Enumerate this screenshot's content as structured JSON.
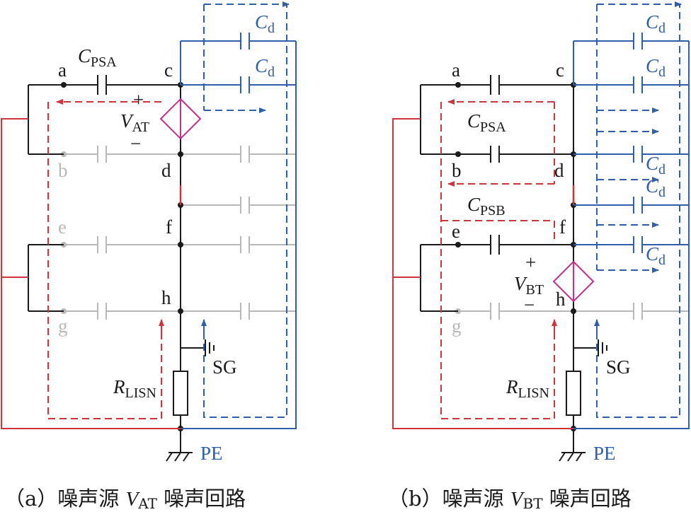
{
  "colors": {
    "black": "#1a1a1a",
    "gray": "#b8b8b8",
    "red": "#d0343b",
    "blue": "#2f5fa8",
    "magenta": "#c3308c"
  },
  "panel_a": {
    "nodes": {
      "a": "a",
      "b": "b",
      "c": "c",
      "d": "d",
      "e": "e",
      "f": "f",
      "g": "g",
      "h": "h"
    },
    "cap_psa": {
      "main": "C",
      "sub": "PSA"
    },
    "cd": {
      "main": "C",
      "sub": "d"
    },
    "source": {
      "main": "V",
      "sub": "AT",
      "plus": "+",
      "minus": "−"
    },
    "sg": "SG",
    "rlisn": {
      "main": "R",
      "sub": "LISN"
    },
    "pe": "PE",
    "caption": {
      "prefix": "（a）噪声源 ",
      "v": "V",
      "sub": "AT",
      "suffix": " 噪声回路"
    }
  },
  "panel_b": {
    "nodes": {
      "a": "a",
      "b": "b",
      "c": "c",
      "d": "d",
      "e": "e",
      "f": "f",
      "g": "g",
      "h": "h"
    },
    "cap_psa": {
      "main": "C",
      "sub": "PSA"
    },
    "cap_psb": {
      "main": "C",
      "sub": "PSB"
    },
    "cd": {
      "main": "C",
      "sub": "d"
    },
    "source": {
      "main": "V",
      "sub": "BT",
      "plus": "+",
      "minus": "−"
    },
    "sg": "SG",
    "rlisn": {
      "main": "R",
      "sub": "LISN"
    },
    "pe": "PE",
    "caption": {
      "prefix": "（b）噪声源 ",
      "v": "V",
      "sub": "BT",
      "suffix": " 噪声回路"
    }
  }
}
